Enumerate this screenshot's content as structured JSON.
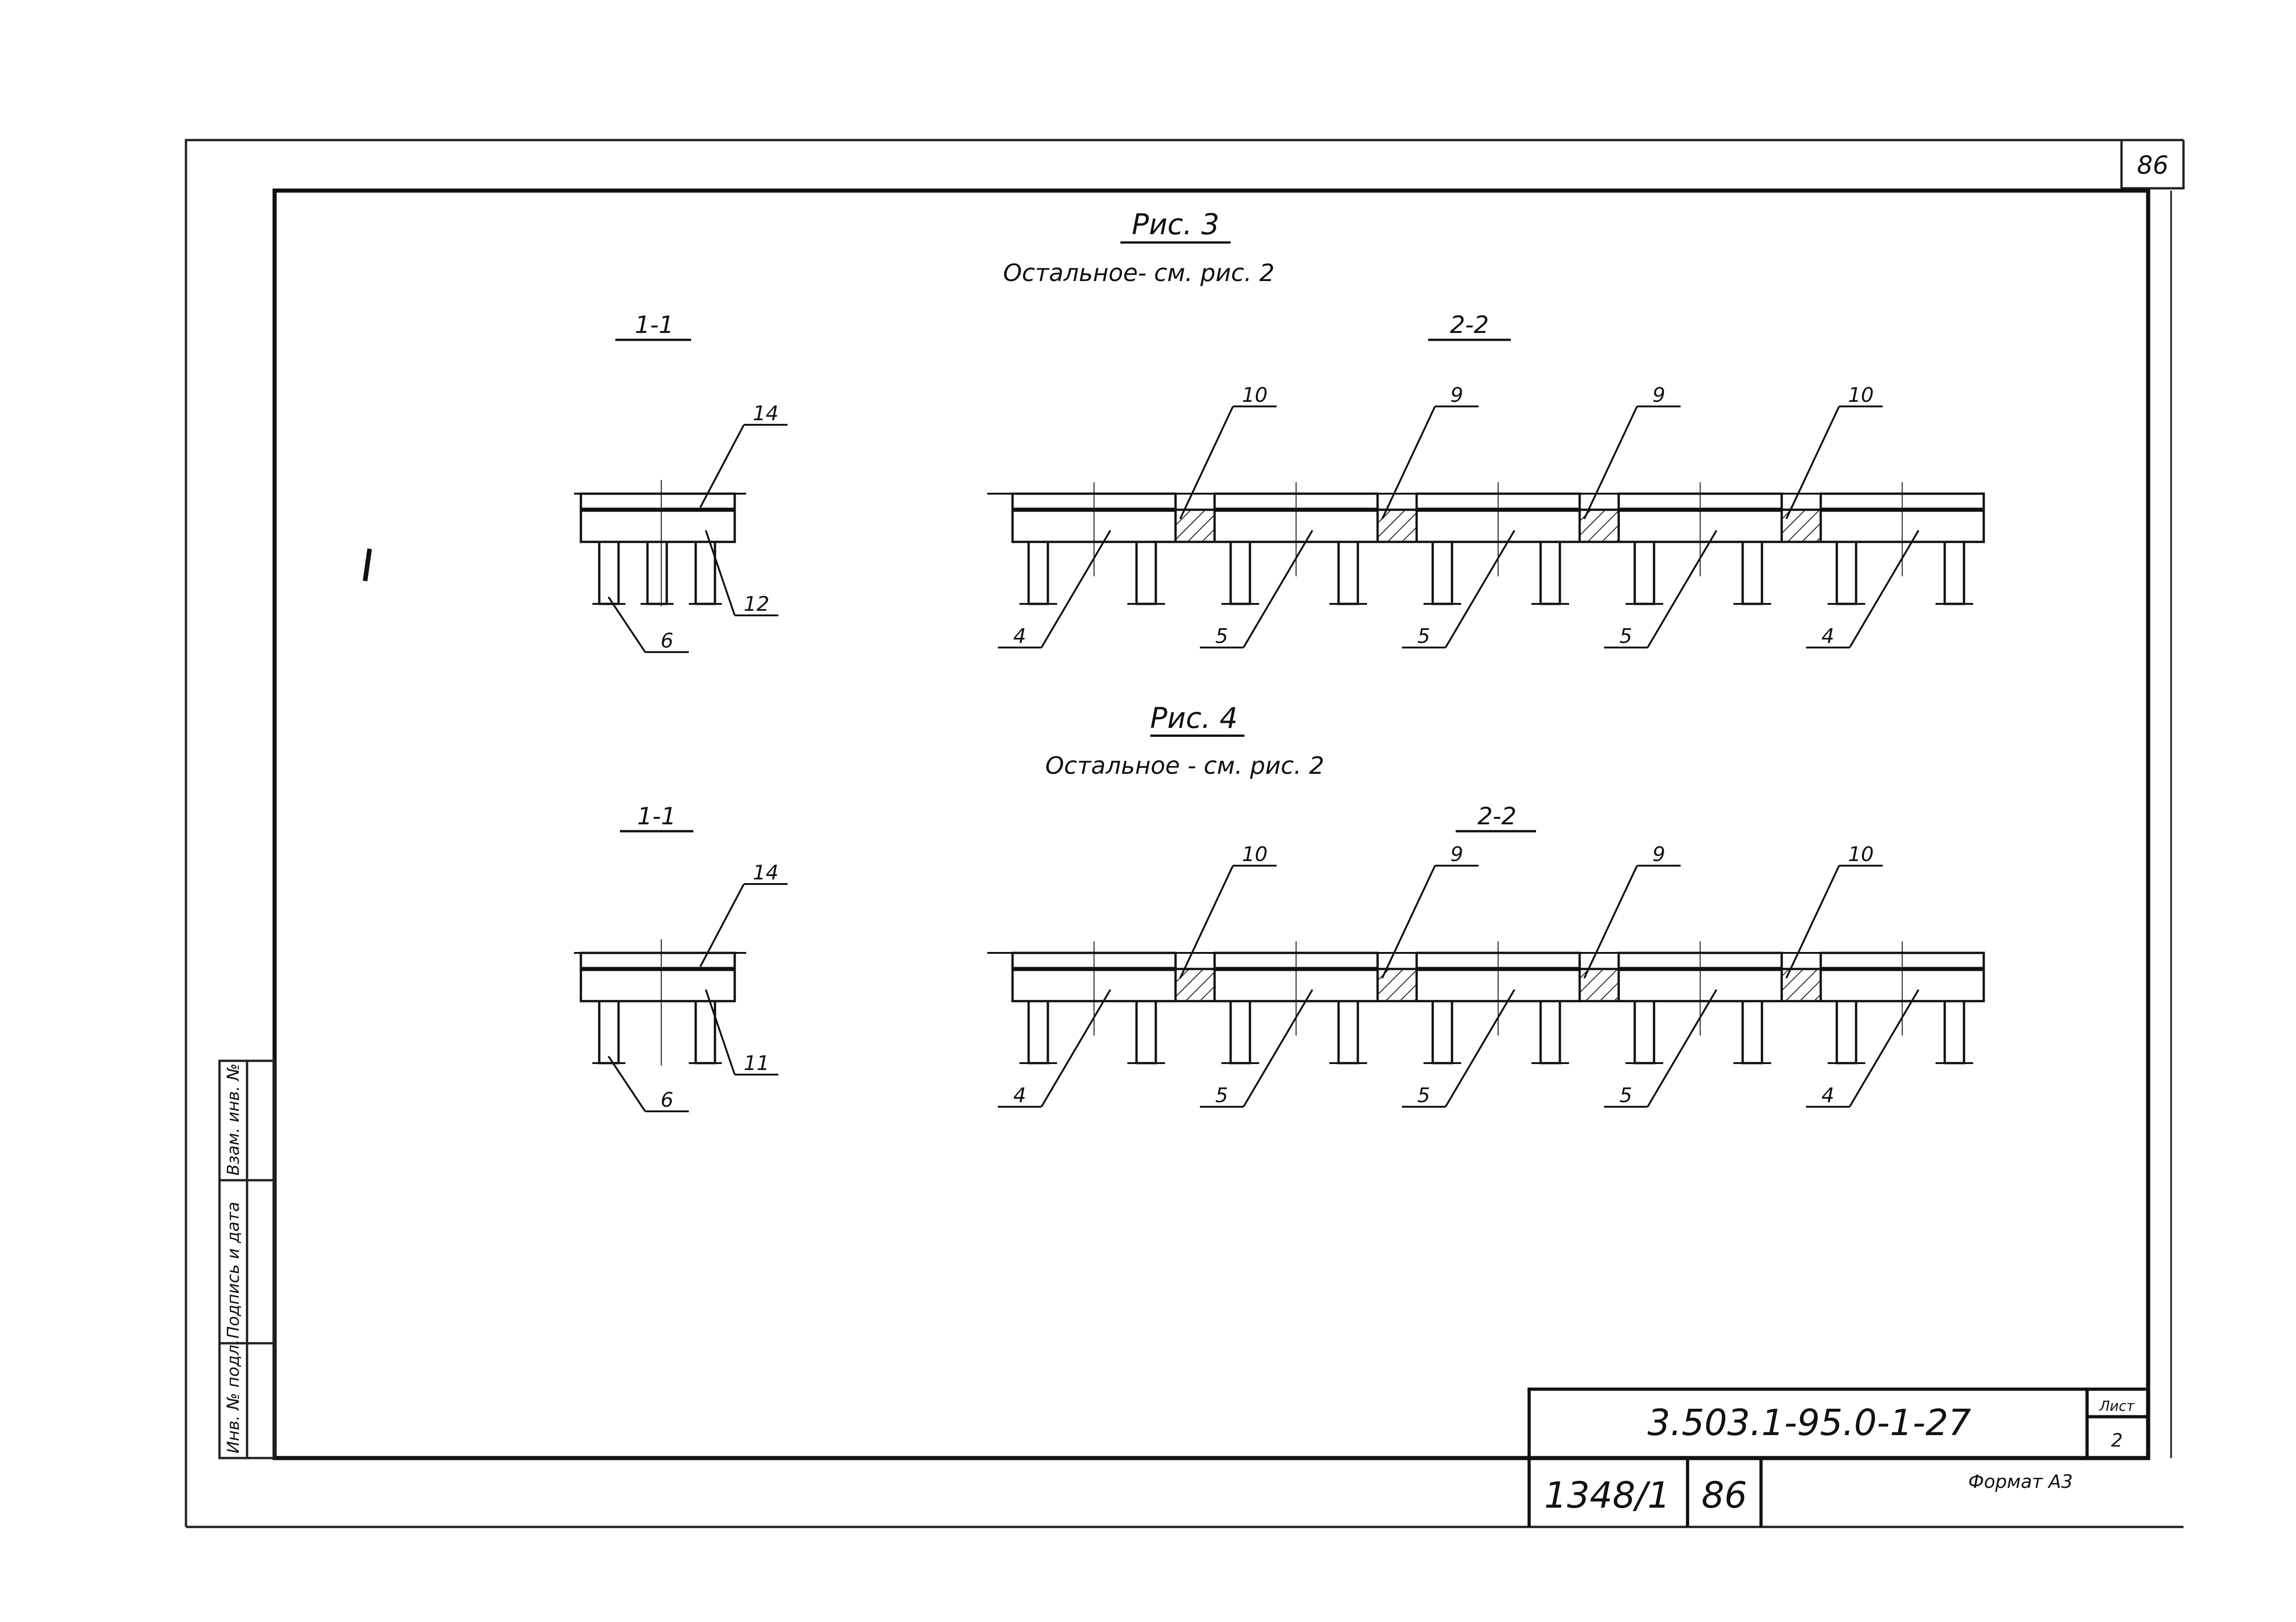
{
  "page": {
    "sheet_corner_number": "86"
  },
  "figure3": {
    "title": "Рис. 3",
    "note": "Остальное-  см. рис. 2",
    "section_left": "1-1",
    "section_right": "2-2",
    "callouts_left": {
      "top": "14",
      "bottom_left": "6",
      "bottom_right": "12"
    },
    "callouts_top": [
      "10",
      "9",
      "9",
      "10"
    ],
    "callouts_bottom": [
      "4",
      "5",
      "5",
      "5",
      "4"
    ]
  },
  "figure4": {
    "title": "Рис. 4",
    "note": "Остальное - см. рис. 2",
    "section_left": "1-1",
    "section_right": "2-2",
    "callouts_left": {
      "top": "14",
      "bottom_left": "6",
      "bottom_right": "11"
    },
    "callouts_top": [
      "10",
      "9",
      "9",
      "10"
    ],
    "callouts_bottom": [
      "4",
      "5",
      "5",
      "5",
      "4"
    ]
  },
  "side_stamp": {
    "cells": [
      "Инв. № подл.",
      "Подпись и дата",
      "Взам. инв. №"
    ]
  },
  "title_block": {
    "designation": "3.503.1-95.0-1-27",
    "sheet_label": "Лист",
    "sheet_number": "2",
    "album": "1348/1",
    "page": "86",
    "format": "Формат А3"
  }
}
